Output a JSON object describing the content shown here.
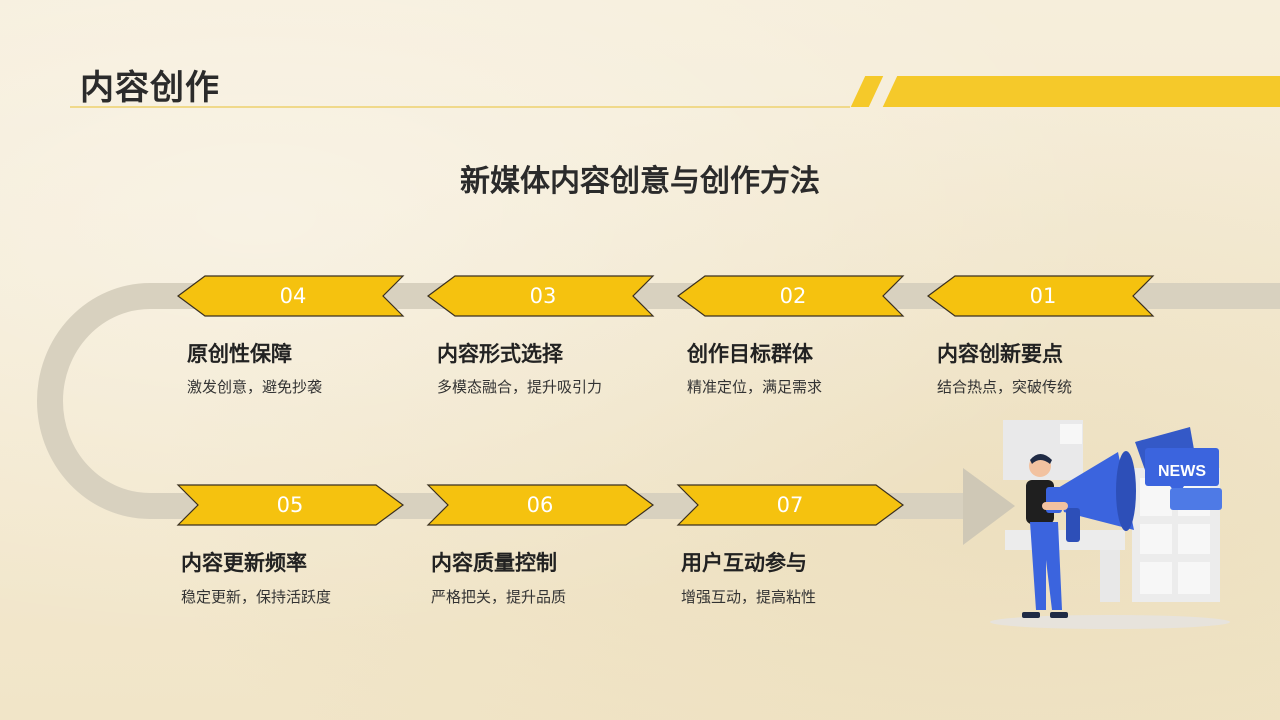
{
  "header": {
    "title": "内容创作"
  },
  "main": {
    "title": "新媒体内容创意与创作方法"
  },
  "illustration": {
    "badge": "NEWS"
  },
  "steps": [
    {
      "num": "04",
      "title": "原创性保障",
      "desc": "激发创意，避免抄袭"
    },
    {
      "num": "03",
      "title": "内容形式选择",
      "desc": "多模态融合，提升吸引力"
    },
    {
      "num": "02",
      "title": "创作目标群体",
      "desc": "精准定位，满足需求"
    },
    {
      "num": "01",
      "title": "内容创新要点",
      "desc": "结合热点，突破传统"
    },
    {
      "num": "05",
      "title": "内容更新频率",
      "desc": "稳定更新，保持活跃度"
    },
    {
      "num": "06",
      "title": "内容质量控制",
      "desc": "严格把关，提升品质"
    },
    {
      "num": "07",
      "title": "用户互动参与",
      "desc": "增强互动，提高粘性"
    }
  ],
  "colors": {
    "accent": "#f5c20f",
    "track": "#d6cfbd"
  }
}
